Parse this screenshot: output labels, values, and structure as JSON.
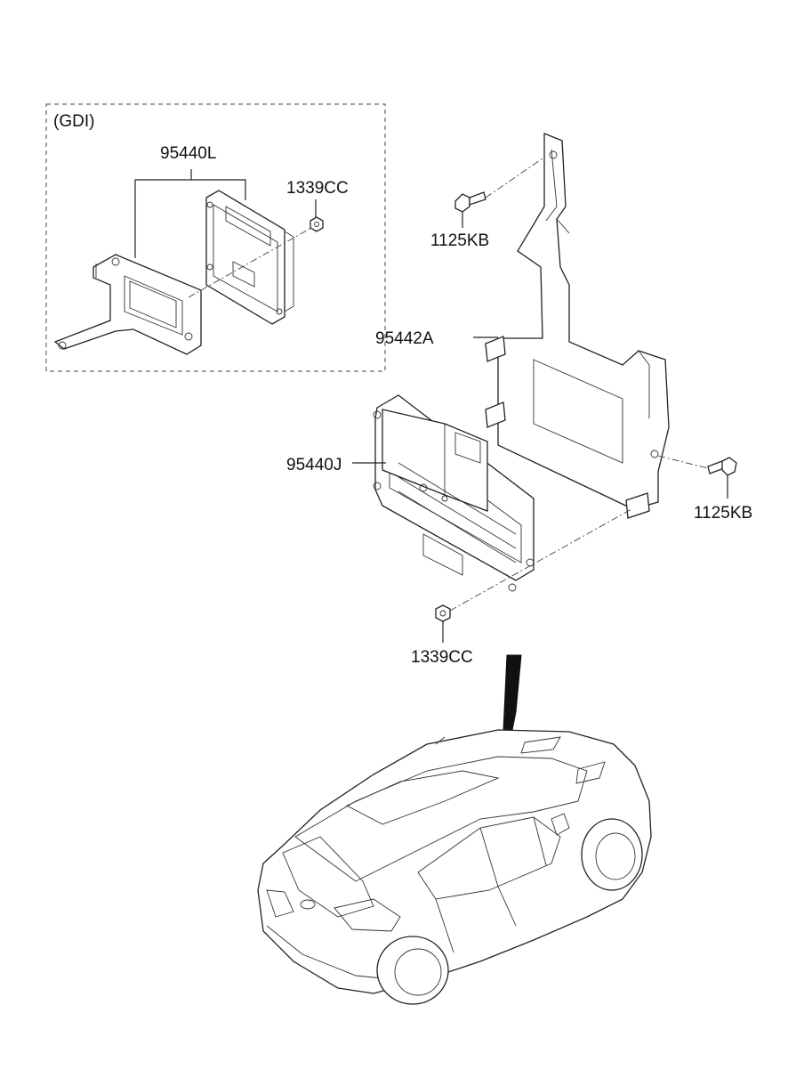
{
  "labels": {
    "variant": "(GDI)",
    "ecu_gdi": "95440L",
    "nut_gdi": "1339CC",
    "bolt_top": "1125KB",
    "bracket": "95442A",
    "ecu": "95440J",
    "bolt_right": "1125KB",
    "nut_bottom": "1339CC"
  }
}
